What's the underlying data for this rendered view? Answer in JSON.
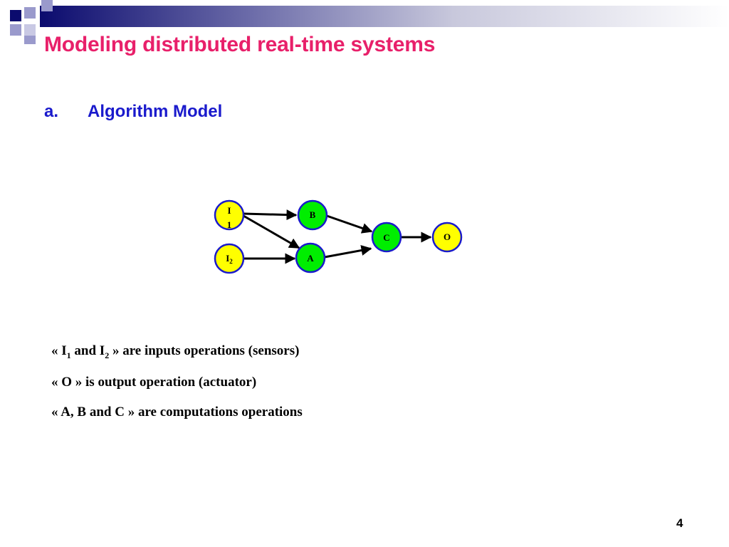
{
  "slide": {
    "title": "Modeling distributed real-time systems",
    "section_marker": "a.",
    "section_title": "Algorithm Model",
    "page_number": "4"
  },
  "colors": {
    "title": "#e8206a",
    "heading": "#1a1acc",
    "io_node_fill": "#ffff00",
    "compute_node_fill": "#00ee00",
    "node_stroke": "#1a1acc",
    "decor_dark": "#0b0b6e",
    "decor_light": "#9a9acc"
  },
  "diagram": {
    "nodes": {
      "i1": {
        "main": "I",
        "sub": "1",
        "role": "input"
      },
      "i2": {
        "main": "I",
        "sub": "2",
        "role": "input"
      },
      "b": {
        "main": "B",
        "role": "computation"
      },
      "a": {
        "main": "A",
        "role": "computation"
      },
      "c": {
        "main": "C",
        "role": "computation"
      },
      "o": {
        "main": "O",
        "role": "output"
      }
    },
    "edges": [
      {
        "from": "I1",
        "to": "B"
      },
      {
        "from": "I1",
        "to": "A"
      },
      {
        "from": "I2",
        "to": "A"
      },
      {
        "from": "B",
        "to": "C"
      },
      {
        "from": "A",
        "to": "C"
      },
      {
        "from": "C",
        "to": "O"
      }
    ]
  },
  "bullets": {
    "line1": {
      "open": "« I",
      "sub1": "1",
      "mid": " and I",
      "sub2": "2",
      "close": " »  are inputs operations (sensors)"
    },
    "line2": {
      "text": "« O »   is output operation (actuator)"
    },
    "line3": {
      "text": "« A, B and C » are computations operations"
    }
  }
}
